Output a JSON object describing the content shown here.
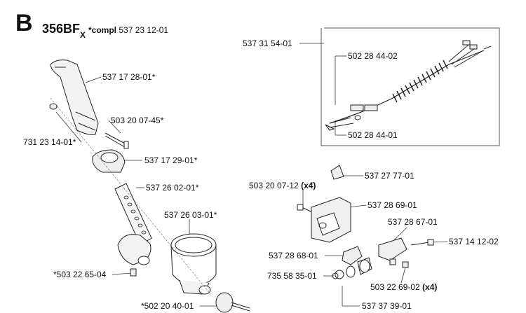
{
  "header": {
    "section_letter": "B",
    "model": "356BF",
    "model_subscript": "X",
    "compl_label": "*compl",
    "compl_number": "537 23 12-01"
  },
  "parts": {
    "p1": "537 31 54-01",
    "p2": "502 28 44-02",
    "p3": "502 28 44-01",
    "p4": "537 17 28-01*",
    "p5": "503 20 07-45*",
    "p6": "731 23 14-01*",
    "p7": "537 17 29-01*",
    "p8": "537 26 02-01*",
    "p9": "537 26 03-01*",
    "p10": "*503 22 65-04",
    "p11": "*502 20 40-01",
    "p12": "537 27 77-01",
    "p13": "503 20 07-12",
    "p13q": "(x4)",
    "p14": "537 28 69-01",
    "p15": "537 28 67-01",
    "p16": "537 14 12-02",
    "p17": "537 28 68-01",
    "p18": "735 58 35-01",
    "p19": "503 22 69-02",
    "p19q": "(x4)",
    "p20": "537 37 39-01"
  }
}
